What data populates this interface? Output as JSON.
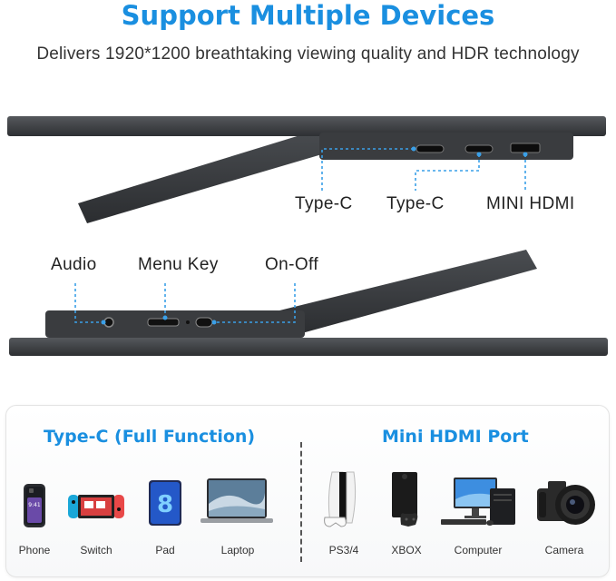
{
  "title": "Support Multiple Devices",
  "subtitle": "Delivers 1920*1200 breathtaking viewing quality and HDR technology",
  "ports_top": {
    "type_c_1": "Type-C",
    "type_c_2": "Type-C",
    "mini_hdmi": "MINI HDMI"
  },
  "ports_bottom": {
    "audio": "Audio",
    "menu_key": "Menu Key",
    "on_off": "On-Off"
  },
  "colors": {
    "accent": "#1a8fe0",
    "callout": "#3aa0e8",
    "device_body": "#3b3d40"
  },
  "panel": {
    "left_heading": "Type-C (Full Function)",
    "right_heading": "Mini HDMI Port",
    "left_devices": [
      {
        "label": "Phone",
        "icon": "phone-icon"
      },
      {
        "label": "Switch",
        "icon": "game-console-icon"
      },
      {
        "label": "Pad",
        "icon": "tablet-icon"
      },
      {
        "label": "Laptop",
        "icon": "laptop-icon"
      }
    ],
    "right_devices": [
      {
        "label": "PS3/4",
        "icon": "playstation-icon"
      },
      {
        "label": "XBOX",
        "icon": "xbox-icon"
      },
      {
        "label": "Computer",
        "icon": "desktop-computer-icon"
      },
      {
        "label": "Camera",
        "icon": "camera-icon"
      }
    ]
  }
}
